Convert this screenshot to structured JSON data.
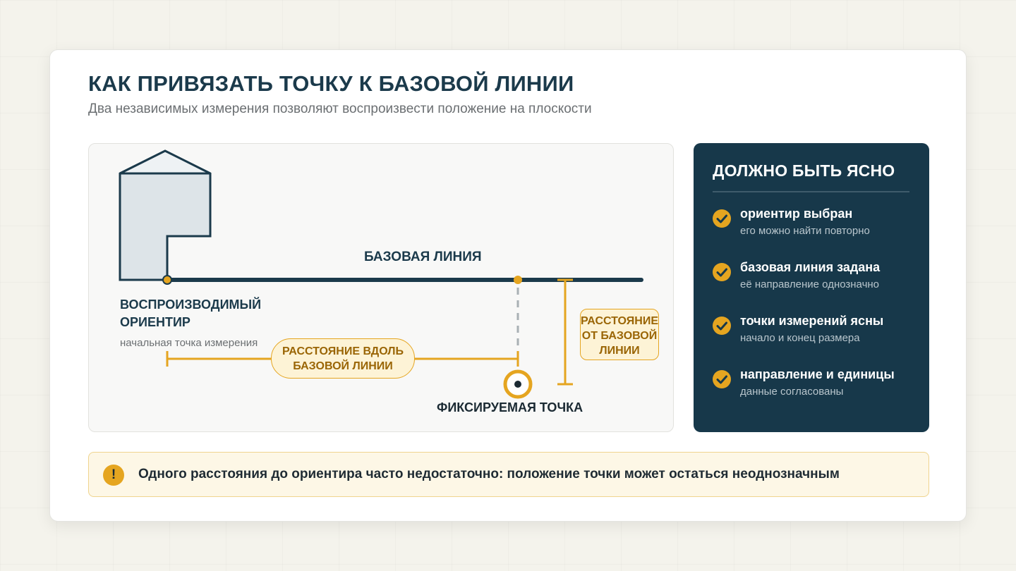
{
  "header": {
    "title": "КАК ПРИВЯЗАТЬ ТОЧКУ К БАЗОВОЙ ЛИНИИ",
    "subtitle": "Два независимых измерения позволяют воспроизвести положение на плоскости"
  },
  "diagram": {
    "baseline_label": "БАЗОВАЯ ЛИНИЯ",
    "landmark_label": "ВОСПРОИЗВОДИМЫЙ ОРИЕНТИР",
    "start_label": "начальная точка измерения",
    "along_label": "РАССТОЯНИЕ ВДОЛЬ БАЗОВОЙ ЛИНИИ",
    "from_label": "РАССТОЯНИЕ ОТ БАЗОВОЙ ЛИНИИ",
    "fixed_point_label": "ФИКСИРУЕМАЯ ТОЧКА",
    "colors": {
      "navy": "#1b3a4b",
      "accent": "#e5a520",
      "building_fill": "#dde4e8",
      "dashed": "#a9b0b4"
    }
  },
  "checklist": {
    "title": "ДОЛЖНО БЫТЬ ЯСНО",
    "icon": "check-circle-icon",
    "items": [
      {
        "title": "ориентир выбран",
        "subtitle": "его можно найти повторно"
      },
      {
        "title": "базовая линия задана",
        "subtitle": "её направление однозначно"
      },
      {
        "title": "точки измерений ясны",
        "subtitle": "начало и конец размера"
      },
      {
        "title": "направление и единицы",
        "subtitle": "данные согласованы"
      }
    ]
  },
  "warning": {
    "icon": "exclamation-icon",
    "icon_glyph": "!",
    "text": "Одного расстояния до ориентира часто недостаточно: положение точки может остаться неоднозначным"
  }
}
